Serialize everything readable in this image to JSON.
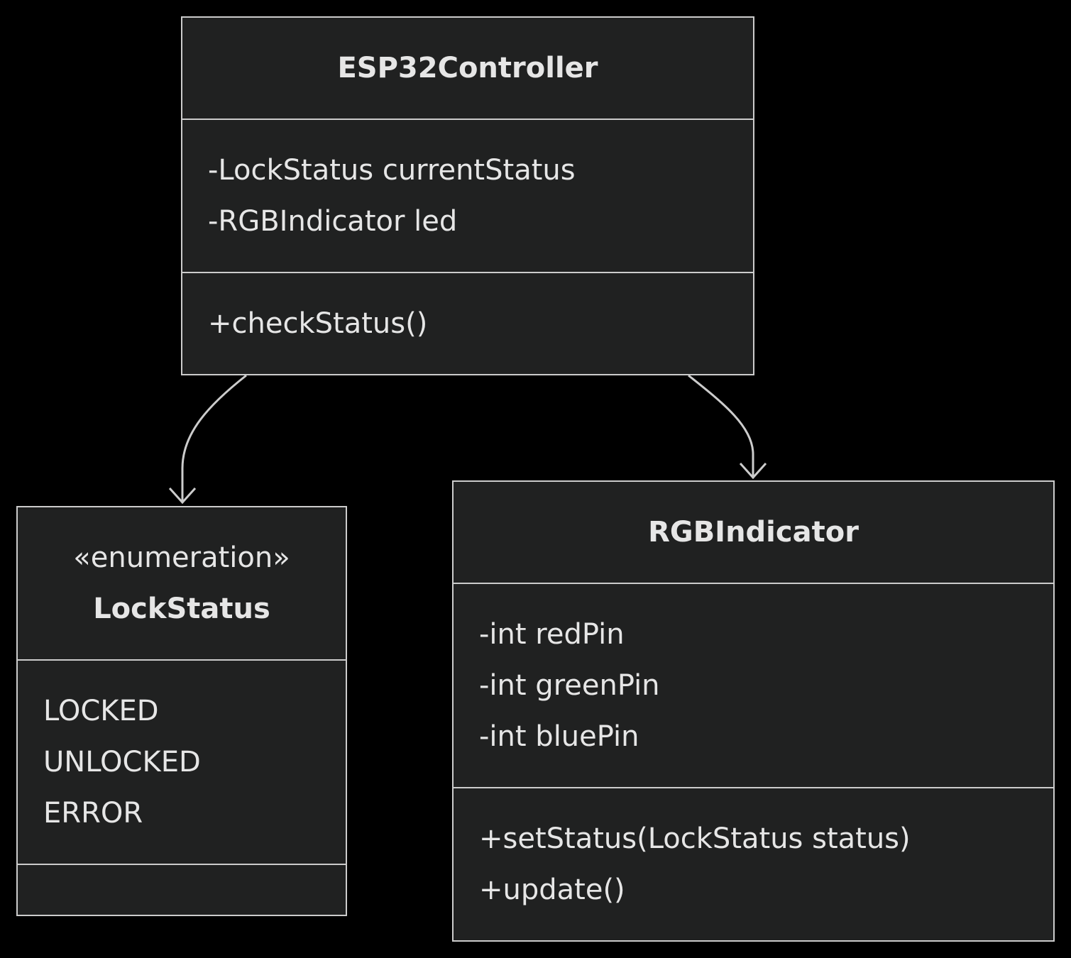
{
  "colors": {
    "background": "#000000",
    "box_fill": "#202121",
    "box_stroke": "#cccccc",
    "text": "#e6e6e6",
    "edge": "#cccccc"
  },
  "classes": {
    "esp32": {
      "name": "ESP32Controller",
      "attributes": [
        "-LockStatus currentStatus",
        "-RGBIndicator led"
      ],
      "methods": [
        "+checkStatus()"
      ]
    },
    "lockstatus": {
      "stereotype": "«enumeration»",
      "name": "LockStatus",
      "attributes": [
        "LOCKED",
        "UNLOCKED",
        "ERROR"
      ],
      "methods": []
    },
    "rgb": {
      "name": "RGBIndicator",
      "attributes": [
        "-int redPin",
        "-int greenPin",
        "-int bluePin"
      ],
      "methods": [
        "+setStatus(LockStatus status)",
        "+update()"
      ]
    }
  },
  "relations": [
    {
      "from": "ESP32Controller",
      "to": "LockStatus",
      "type": "association"
    },
    {
      "from": "ESP32Controller",
      "to": "RGBIndicator",
      "type": "association"
    }
  ]
}
